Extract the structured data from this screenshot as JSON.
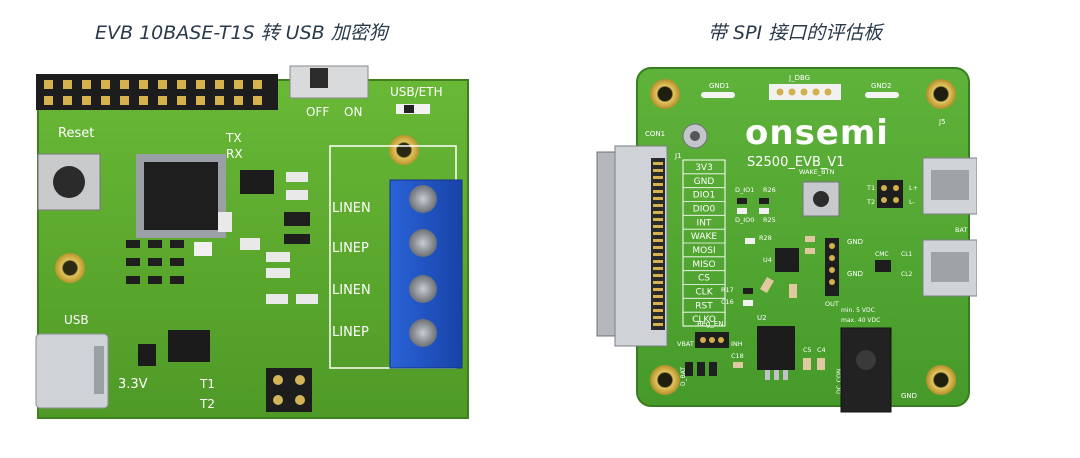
{
  "captions": {
    "left": "EVB 10BASE-T1S 转 USB 加密狗",
    "right": "带 SPI 接口的评估板"
  },
  "left_board": {
    "silk": {
      "reset": "Reset",
      "off": "OFF",
      "on": "ON",
      "usb_eth": "USB/ETH",
      "tx": "TX",
      "rx": "RX",
      "linen_1": "LINEN",
      "linep_1": "LINEP",
      "linen_2": "LINEN",
      "linep_2": "LINEP",
      "usb": "USB",
      "v33": "3.3V",
      "t1": "T1",
      "t2": "T2"
    }
  },
  "right_board": {
    "silk": {
      "brand": "onsemi",
      "model": "S2500_EVB_V1",
      "gnd1": "GND1",
      "gnd2": "GND2",
      "j_dbg": "J_DBG",
      "con1": "CON1",
      "j1": "J1",
      "j5": "J5",
      "wake_btn": "WAKE_BTN",
      "d_io1": "D_IO1",
      "r26": "R26",
      "d_io0": "D_IO0",
      "r25": "R25",
      "t1": "T1",
      "t2": "T2",
      "l_plus": "L+",
      "l_minus": "L-",
      "bat": "BAT",
      "gnd_a": "GND",
      "gnd_b": "GND",
      "gnd_c": "GND",
      "cmc": "CMC",
      "cl1": "CL1",
      "cl2": "CL2",
      "out": "OUT",
      "u4": "U4",
      "u2": "U2",
      "r28": "R28",
      "r17": "R17",
      "c16": "C16",
      "c18": "C18",
      "c5": "C5",
      "c4": "C4",
      "reg_en": "Reg_EN",
      "vbat": "VBAT",
      "inh": "INH",
      "dc_con": "DC_CON",
      "d_bat": "D_BAT",
      "min_v": "min. 5 VDC",
      "max_v": "max. 40 VDC"
    },
    "pins": [
      "3V3",
      "GND",
      "DIO1",
      "DIO0",
      "INT",
      "WAKE",
      "MOSI",
      "MISO",
      "CS",
      "CLK",
      "RST",
      "CLKO"
    ]
  }
}
